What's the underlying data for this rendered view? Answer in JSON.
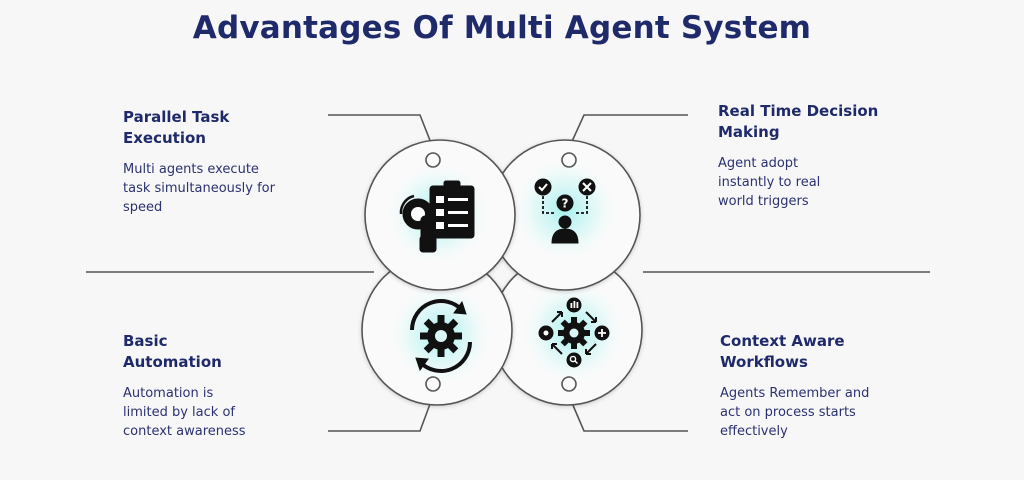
{
  "title": "Advantages Of Multi Agent System",
  "items": [
    {
      "heading_line1": "Parallel Task",
      "heading_line2": "Execution",
      "desc_line1": "Multi agents execute",
      "desc_line2": "task simultaneously for",
      "desc_line3": "speed",
      "icon": "checklist-gear-hand-icon"
    },
    {
      "heading_line1": "Real Time Decision",
      "heading_line2": "Making",
      "desc_line1": "Agent adopt",
      "desc_line2": "instantly to real",
      "desc_line3": "world triggers",
      "icon": "decision-person-icon"
    },
    {
      "heading_line1": "Basic",
      "heading_line2": "Automation",
      "desc_line1": "Automation is",
      "desc_line2": "limited by lack of",
      "desc_line3": "context awareness",
      "icon": "gear-cycle-icon"
    },
    {
      "heading_line1": "Context Aware",
      "heading_line2": "Workflows",
      "desc_line1": "Agents Remember and",
      "desc_line2": "act on process starts",
      "desc_line3": "effectively",
      "icon": "workflow-gear-icon"
    }
  ],
  "colors": {
    "title": "#1f2a6b",
    "line": "#555555",
    "glow": "#9ff0ee",
    "background": "#f7f7f7"
  }
}
